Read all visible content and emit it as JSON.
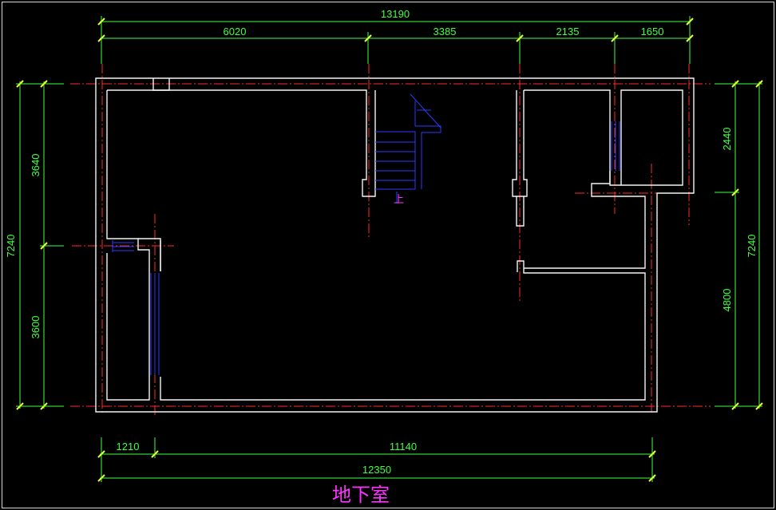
{
  "drawing": {
    "title": "地下室",
    "stair_label": "上",
    "colors": {
      "background": "#000000",
      "walls": "#f4f4f4",
      "dimensions": "#40ff40",
      "ticks": "#e8ff30",
      "axes": "#ff2a2a",
      "fixtures": "#2a3cff",
      "title": "#ff33ff"
    }
  },
  "dimensions": {
    "top_total": "13190",
    "top_segments": [
      "6020",
      "3385",
      "2135",
      "1650"
    ],
    "bottom_total": "12350",
    "bottom_segments": [
      "1210",
      "11140"
    ],
    "left_total": "7240",
    "left_segments": [
      "3640",
      "3600"
    ],
    "right_total": "7240",
    "right_segments": [
      "2440",
      "4800"
    ]
  }
}
